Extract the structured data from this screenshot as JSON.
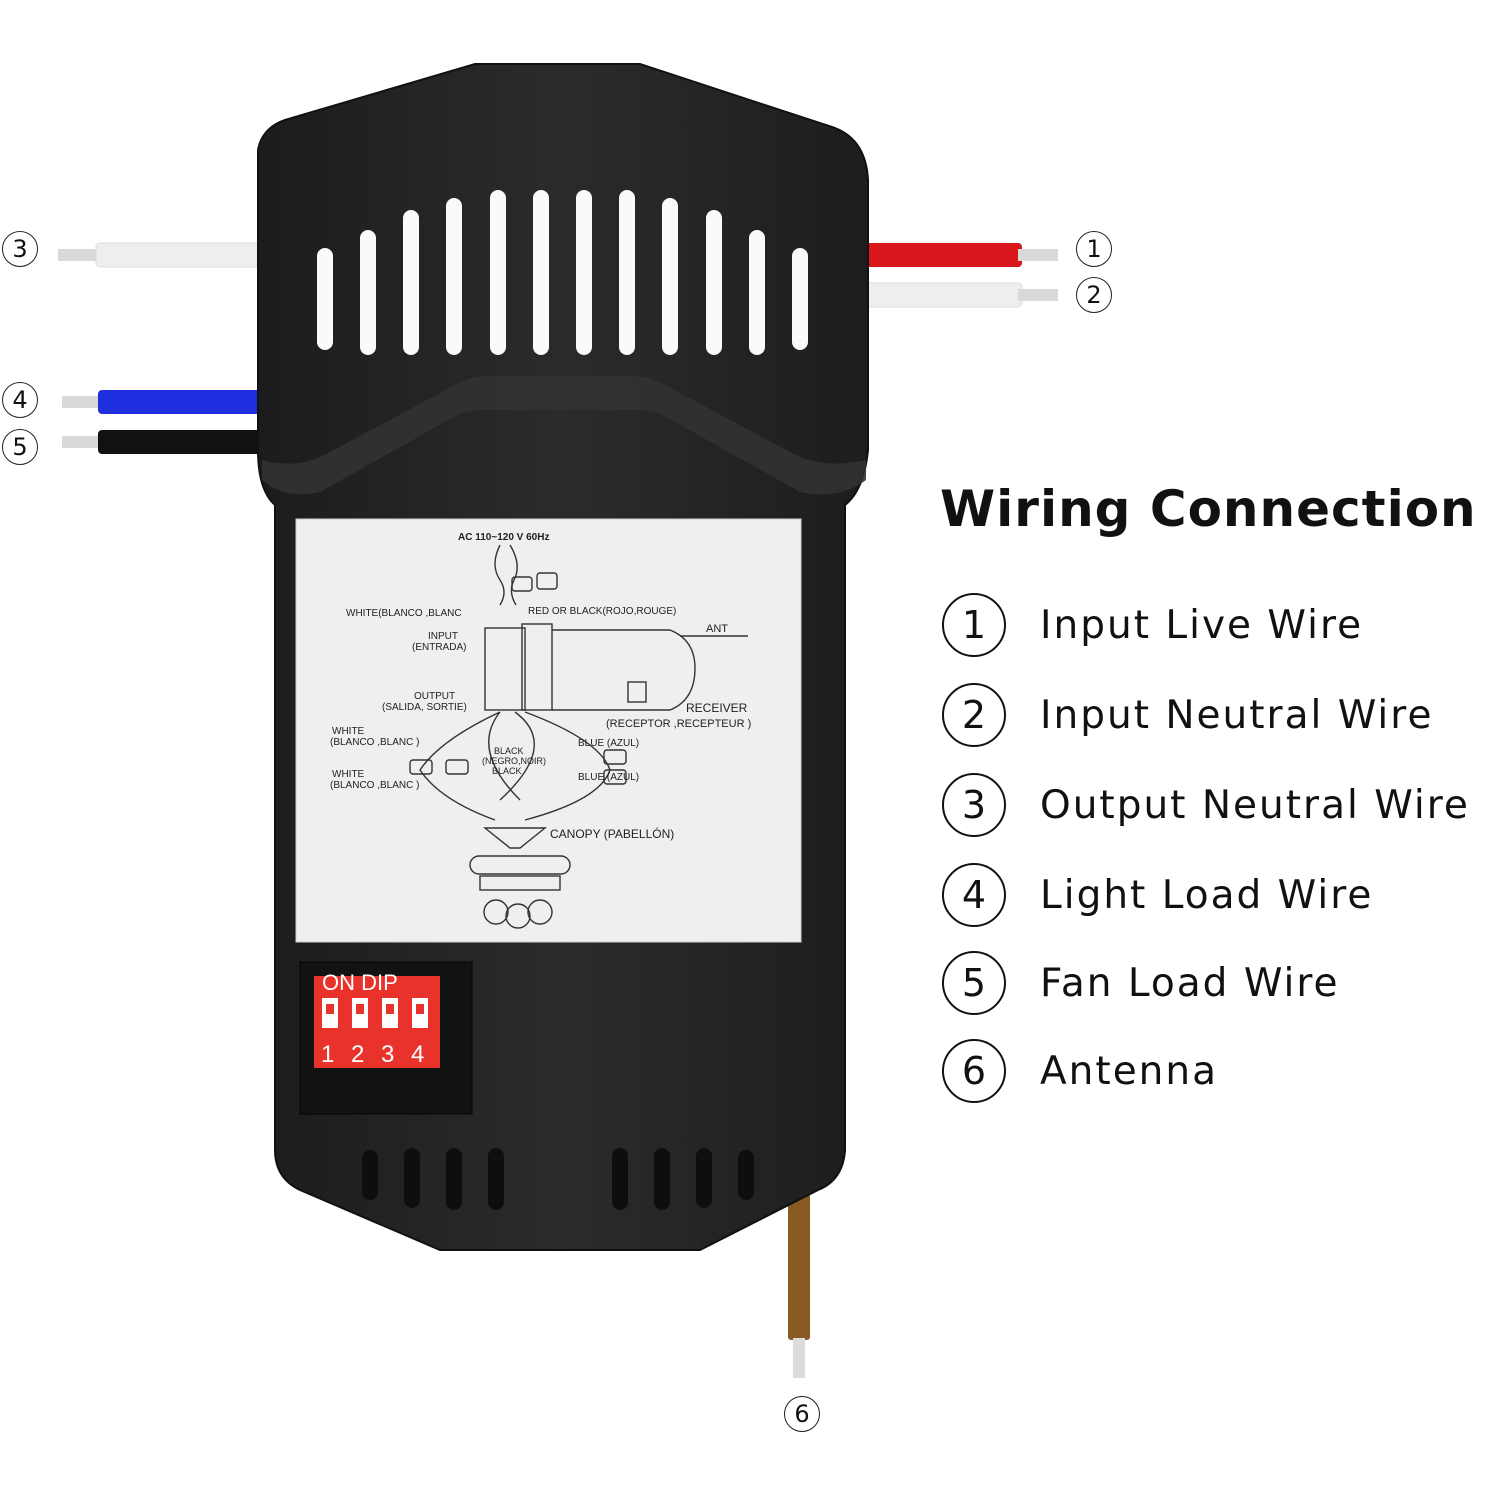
{
  "legend": {
    "title": "Wiring Connection",
    "items": [
      {
        "num": "1",
        "label": "Input Live Wire"
      },
      {
        "num": "2",
        "label": "Input Neutral Wire"
      },
      {
        "num": "3",
        "label": "Output Neutral Wire"
      },
      {
        "num": "4",
        "label": "Light Load Wire"
      },
      {
        "num": "5",
        "label": "Fan Load Wire"
      },
      {
        "num": "6",
        "label": "Antenna"
      }
    ]
  },
  "markers": {
    "m1": "1",
    "m2": "2",
    "m3": "3",
    "m4": "4",
    "m5": "5",
    "m6": "6"
  },
  "wires": {
    "input_live": {
      "color": "#d9161c"
    },
    "input_neutral": {
      "color": "#ececec"
    },
    "output_neutral": {
      "color": "#efefef"
    },
    "light_load": {
      "color": "#1f2fe0"
    },
    "fan_load": {
      "color": "#111111"
    },
    "antenna": {
      "color": "#8a5a25"
    }
  },
  "label_sticker": {
    "power": "AC 110~120 V 60Hz",
    "white_input": "WHITE(BLANCO ,BLANC",
    "red_black": "RED OR BLACK(ROJO,ROUGE)",
    "ant": "ANT",
    "input": "INPUT",
    "input_es": "(ENTRADA)",
    "output": "OUTPUT",
    "output_es": "(SALIDA, SORTIE)",
    "receiver": "RECEIVER",
    "receiver_es": "(RECEPTOR ,RECEPTEUR )",
    "white_1": "WHITE",
    "white_1_es": "(BLANCO ,BLANC )",
    "black": "BLACK",
    "black_es": "(NEGRO,NOIR)",
    "black_2": "BLACK",
    "blue_1": "BLUE (AZUL)",
    "white_2": "WHITE",
    "white_2_es": "(BLANCO ,BLANC )",
    "blue_2": "BLUE (AZUL)",
    "canopy": "CANOPY (PABELLÓN)"
  },
  "dip_switch": {
    "header": "ON DIP",
    "numbers": [
      "1",
      "2",
      "3",
      "4"
    ],
    "color": "#e8322b"
  },
  "housing": {
    "color": "#262627"
  }
}
